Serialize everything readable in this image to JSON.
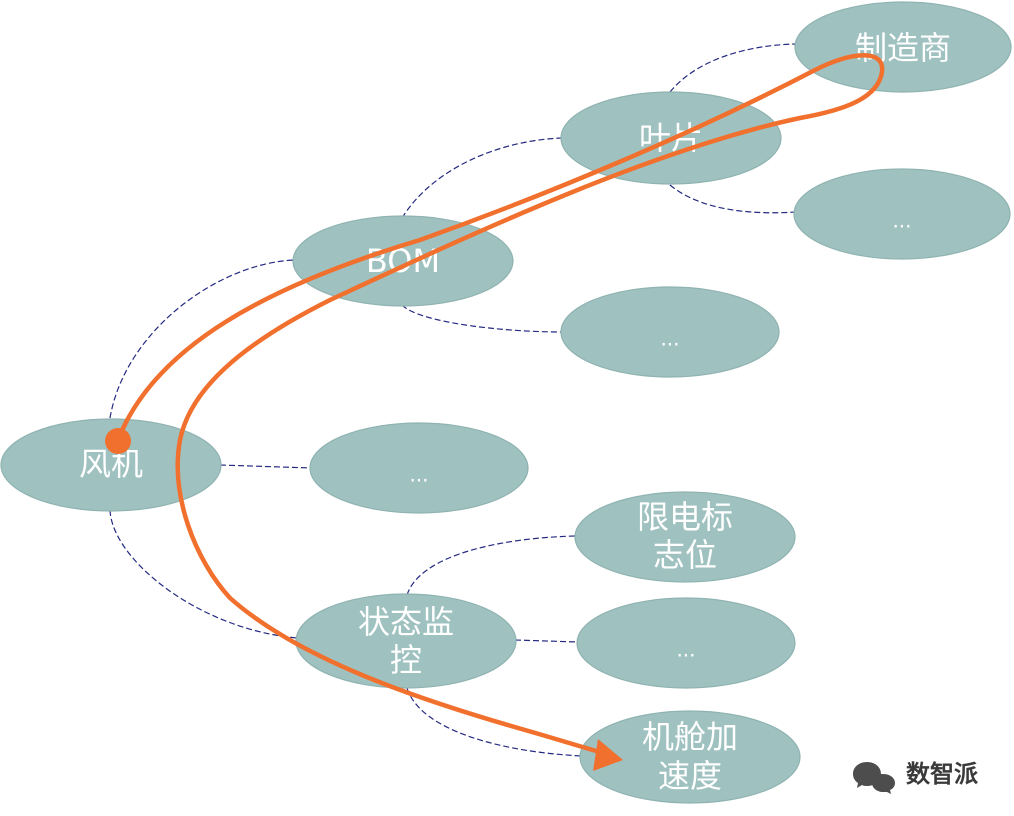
{
  "nodes": {
    "fan": "风机",
    "bom": "BOM",
    "blade": "叶片",
    "manufacturer": "制造商",
    "blade_more": "...",
    "bom_more": "...",
    "fan_more": "...",
    "status_monitor": [
      "状态监",
      "控"
    ],
    "limit_flag": [
      "限电标",
      "志位"
    ],
    "status_more": "...",
    "nacelle_accel": [
      "机舱加",
      "速度"
    ]
  },
  "watermark": {
    "text": "数智派",
    "icon": "wechat-icon"
  },
  "colors": {
    "node_fill": "#9fc2c0",
    "edge": "#242a80",
    "path": "#f1702e",
    "label": "#ffffff"
  }
}
